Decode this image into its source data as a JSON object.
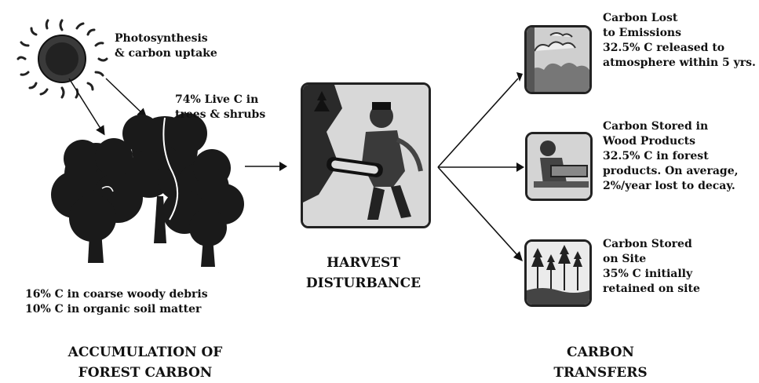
{
  "inputs": {
    "sun_label": [
      "Photosynthesis",
      "& carbon uptake"
    ],
    "live_carbon": [
      "74% Live C in",
      "trees & shrubs"
    ],
    "debris_soil": [
      "16% C in coarse woody debris",
      "10% C in organic soil matter"
    ],
    "section_title": [
      "ACCUMULATION OF",
      "FOREST CARBON"
    ]
  },
  "harvest": {
    "title": [
      "HARVEST",
      "DISTURBANCE"
    ]
  },
  "transfers": {
    "section_title": [
      "CARBON",
      "TRANSFERS"
    ],
    "items": [
      {
        "lines": [
          "Carbon Lost",
          "to Emissions",
          "32.5% C released to",
          "atmosphere within 5 yrs."
        ]
      },
      {
        "lines": [
          "Carbon Stored in",
          "Wood Products",
          "32.5% C in forest",
          "products. On average,",
          "2%/year lost to decay."
        ]
      },
      {
        "lines": [
          "Carbon Stored",
          "on Site",
          "35% C initially",
          "retained on site"
        ]
      }
    ]
  },
  "icons": {
    "sun": "sun-icon",
    "trees": "deciduous-trees-icon",
    "harvest": "logger-chainsaw-icon",
    "emissions": "smoke-clouds-icon",
    "wood_products": "woodworker-icon",
    "on_site": "conifer-stand-icon"
  },
  "colors": {
    "ink": "#111111",
    "tile_bg": "#e9e9e9",
    "foliage": "#1a1a1a"
  }
}
